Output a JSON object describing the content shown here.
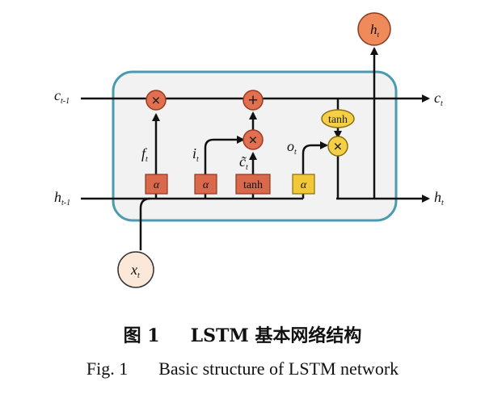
{
  "diagram": {
    "inputs": {
      "c_prev": {
        "base": "c",
        "sub": "t-1"
      },
      "h_prev": {
        "base": "h",
        "sub": "t-1"
      },
      "x": {
        "base": "x",
        "sub": "t"
      }
    },
    "outputs": {
      "c": {
        "base": "c",
        "sub": "t"
      },
      "h": {
        "base": "h",
        "sub": "t"
      },
      "h_top": {
        "base": "h",
        "sub": "t"
      }
    },
    "gates": {
      "forget": {
        "label": "α",
        "signal_base": "f",
        "signal_sub": "t"
      },
      "input": {
        "label": "α",
        "signal_base": "i",
        "signal_sub": "t"
      },
      "candidate": {
        "label": "tanh",
        "signal_base": "c̃",
        "signal_sub": "t"
      },
      "output": {
        "label": "α",
        "signal_base": "o",
        "signal_sub": "t"
      }
    },
    "operators": {
      "forget_mult": "×",
      "input_mult": "×",
      "add": "+",
      "output_mult": "×",
      "output_tanh": "tanh"
    },
    "colors": {
      "cell_border": "#4a9bb0",
      "cell_fill": "#f2f2f2",
      "gate_red": "#d9694a",
      "gate_yellow": "#f2c838",
      "op_red": "#e0704f",
      "op_yellow": "#f5cf46",
      "h_output": "#ef8a5a",
      "x_input": "#fbe8d8"
    }
  },
  "caption": {
    "cn_label": "图 1",
    "cn_text": "LSTM 基本网络结构",
    "en_label": "Fig. 1",
    "en_text": "Basic structure of LSTM network"
  }
}
